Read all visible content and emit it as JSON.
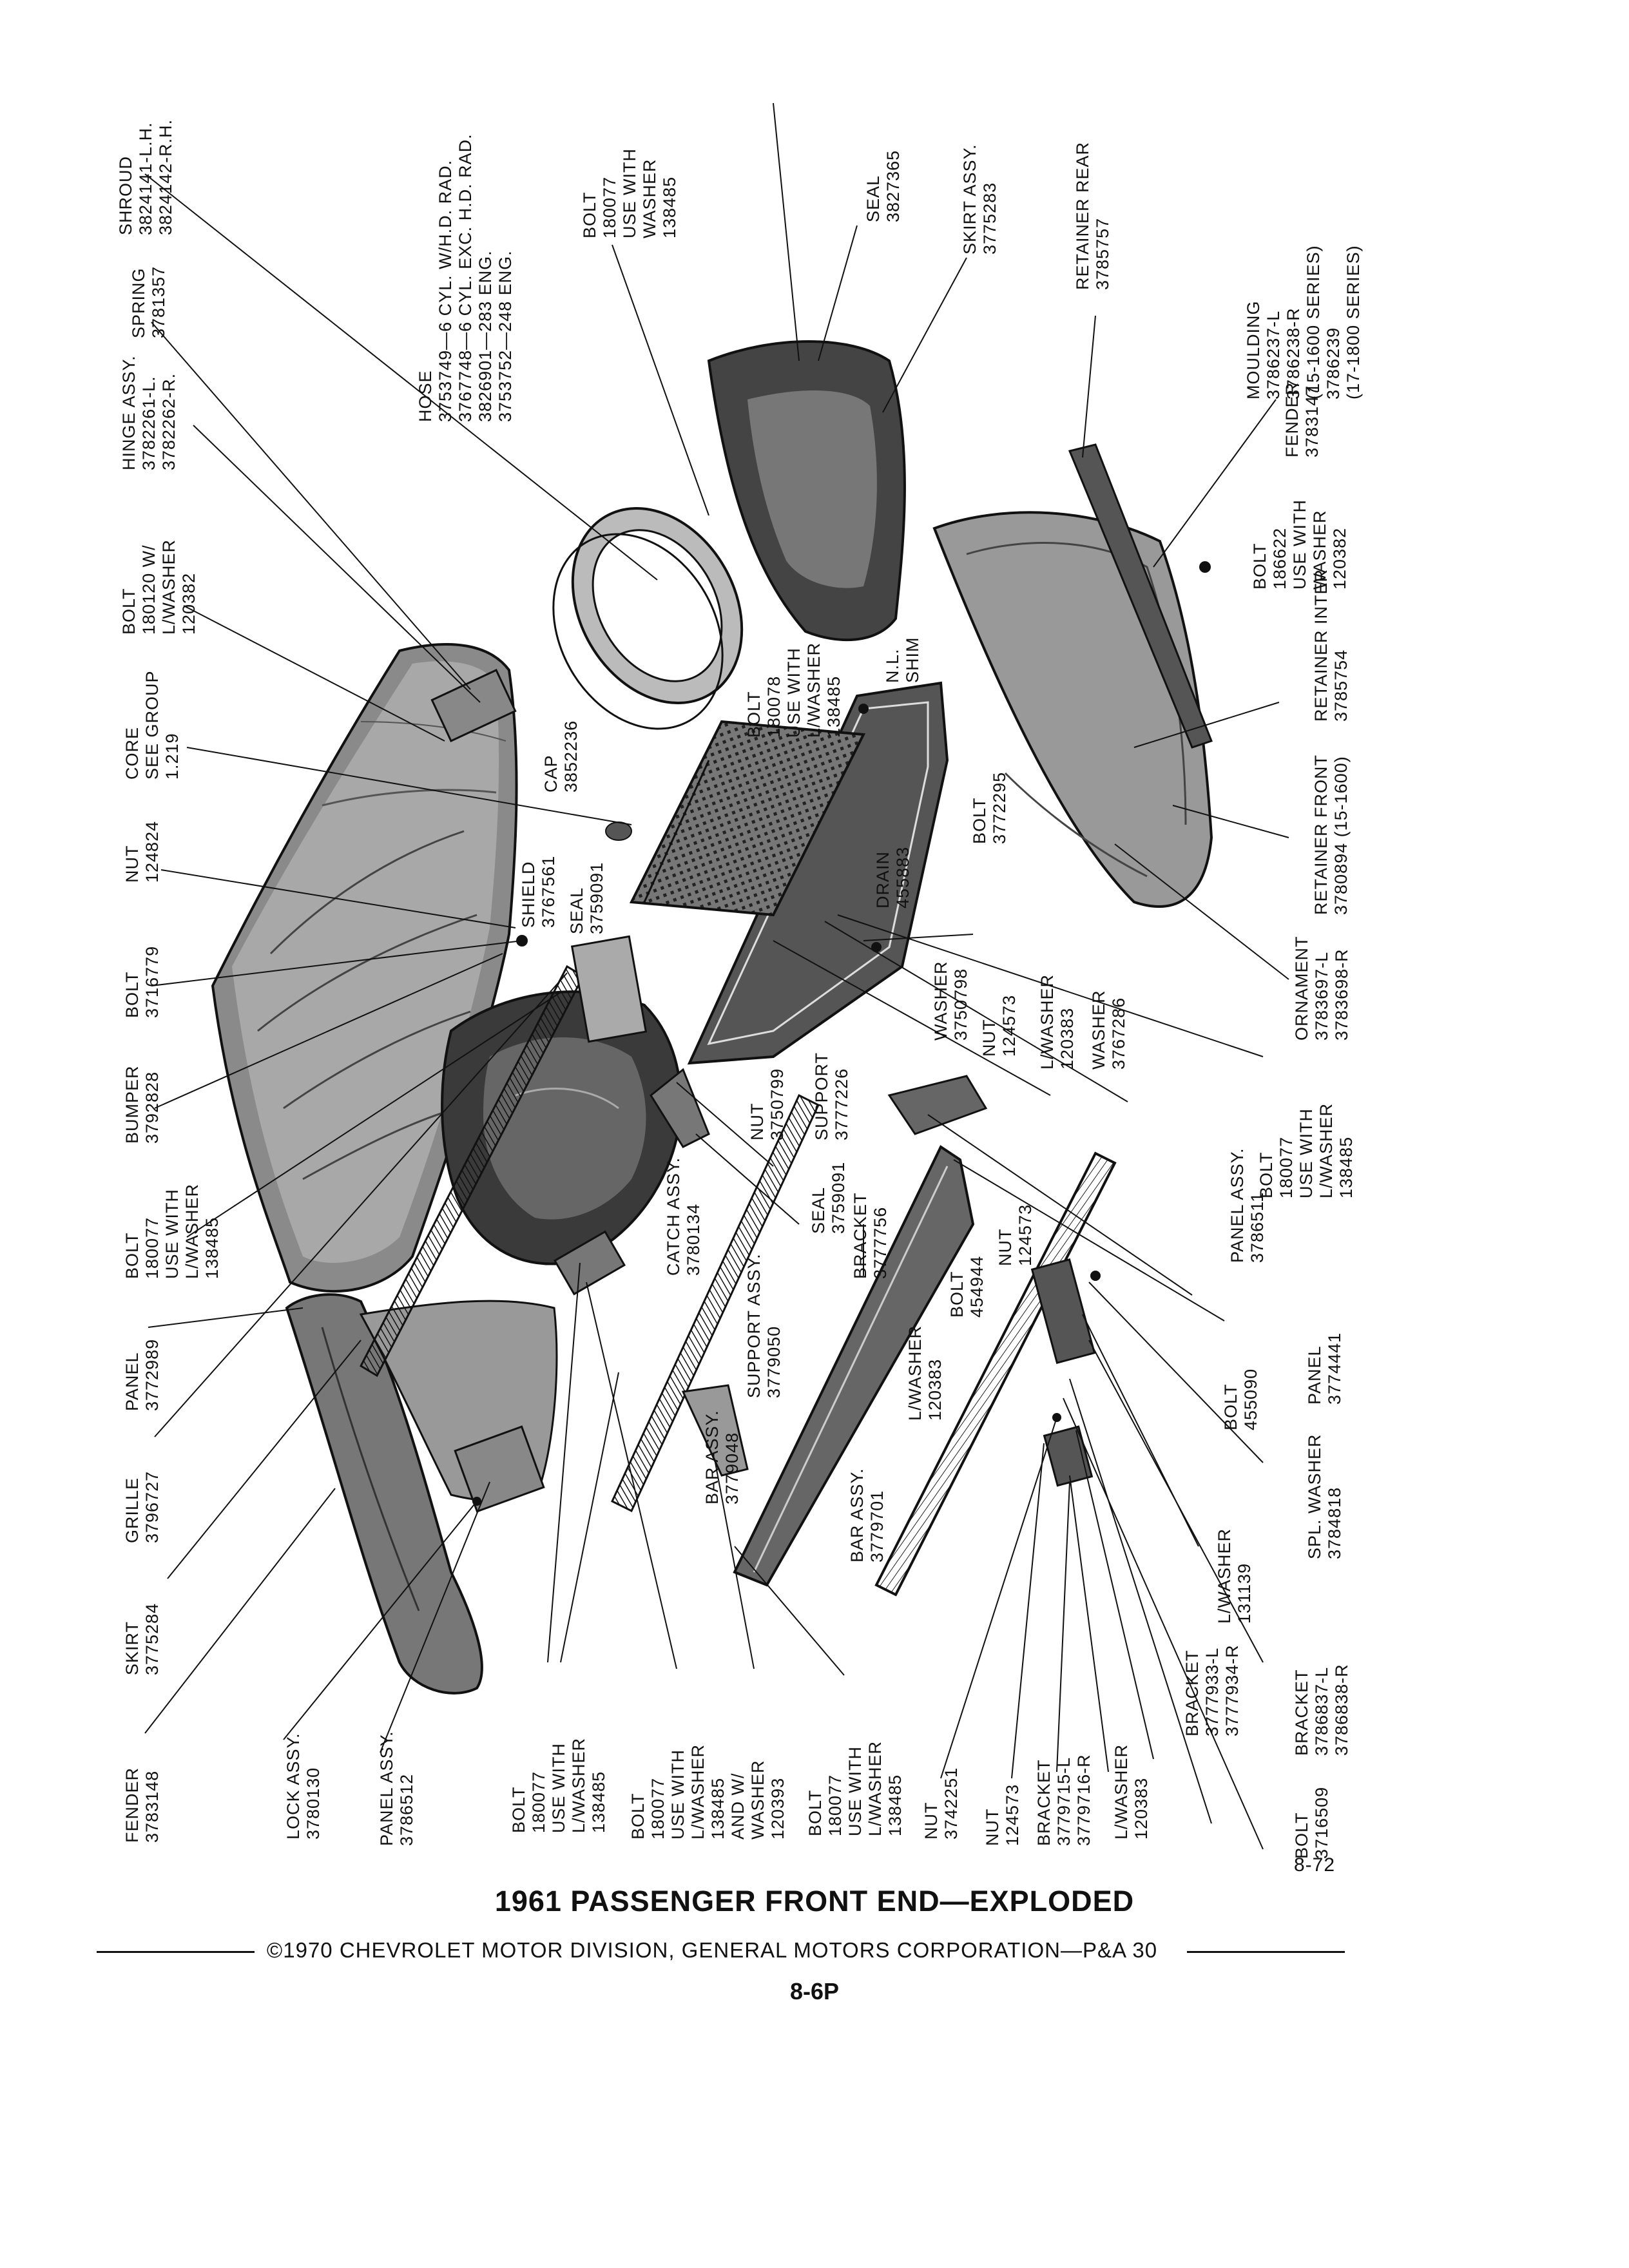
{
  "page_number": "8-72",
  "title": "1961 PASSENGER FRONT END—EXPLODED",
  "copyright": "©1970 CHEVROLET MOTOR DIVISION, GENERAL MOTORS CORPORATION—P&A 30",
  "code": "8-6P",
  "labels": [
    {
      "id": "shroud",
      "lines": [
        "SHROUD",
        "3824141-L.H.",
        "3824142-R.H."
      ]
    },
    {
      "id": "spring",
      "lines": [
        "SPRING",
        "3781357"
      ]
    },
    {
      "id": "hinge-assy",
      "lines": [
        "HINGE ASSY.",
        "3782261-L.",
        "3782262-R."
      ]
    },
    {
      "id": "bolt-180120",
      "lines": [
        "BOLT",
        "180120 W/",
        "L/WASHER",
        "120382"
      ]
    },
    {
      "id": "core",
      "lines": [
        "CORE",
        "SEE GROUP",
        "1.219"
      ]
    },
    {
      "id": "nut-124824",
      "lines": [
        "NUT",
        "124824"
      ]
    },
    {
      "id": "bolt-3716779",
      "lines": [
        "BOLT",
        "3716779"
      ]
    },
    {
      "id": "bumper",
      "lines": [
        "BUMPER",
        "3792828"
      ]
    },
    {
      "id": "bolt-180077-a",
      "lines": [
        "BOLT",
        "180077",
        "USE WITH",
        "L/WASHER",
        "138485"
      ]
    },
    {
      "id": "panel-3772989",
      "lines": [
        "PANEL",
        "3772989"
      ]
    },
    {
      "id": "grille",
      "lines": [
        "GRILLE",
        "3796727"
      ]
    },
    {
      "id": "skirt-3775284",
      "lines": [
        "SKIRT",
        "3775284"
      ]
    },
    {
      "id": "fender-3783148",
      "lines": [
        "FENDER",
        "3783148"
      ]
    },
    {
      "id": "hose",
      "lines": [
        "HOSE",
        "3753749—6 CYL. W/H.D. RAD.",
        "3767748—6 CYL. EXC. H.D. RAD.",
        "3826901—283 ENG.",
        "3753752—248 ENG."
      ]
    },
    {
      "id": "bolt-180077-b",
      "lines": [
        "BOLT",
        "180077",
        "USE WITH",
        "WASHER",
        "138485"
      ]
    },
    {
      "id": "seal-3827365",
      "lines": [
        "SEAL",
        "3827365"
      ]
    },
    {
      "id": "skirt-assy",
      "lines": [
        "SKIRT ASSY.",
        "3775283"
      ]
    },
    {
      "id": "retainer-rear",
      "lines": [
        "RETAINER REAR",
        "3785757"
      ]
    },
    {
      "id": "moulding",
      "lines": [
        "MOULDING",
        "3786237-L",
        "3786238-R",
        "(15-1600 SERIES)",
        "3786239",
        "(17-1800 SERIES)"
      ]
    },
    {
      "id": "fender-3783147",
      "lines": [
        "FENDER",
        "3783147"
      ]
    },
    {
      "id": "bolt-186622",
      "lines": [
        "BOLT",
        "186622",
        "USE WITH",
        "WASHER",
        "120382"
      ]
    },
    {
      "id": "retainer-inter",
      "lines": [
        "RETAINER INTER",
        "3785754"
      ]
    },
    {
      "id": "retainer-front",
      "lines": [
        "RETAINER FRONT",
        "3780894 (15-1600)"
      ]
    },
    {
      "id": "ornament",
      "lines": [
        "ORNAMENT",
        "3783697-L",
        "3783698-R"
      ]
    },
    {
      "id": "nl-shim",
      "lines": [
        "N.L.",
        "SHIM"
      ]
    },
    {
      "id": "bolt-180078",
      "lines": [
        "BOLT",
        "180078",
        "USE WITH",
        "L/WASHER",
        "138485"
      ]
    },
    {
      "id": "cap",
      "lines": [
        "CAP",
        "3852236"
      ]
    },
    {
      "id": "shield",
      "lines": [
        "SHIELD",
        "3767561"
      ]
    },
    {
      "id": "seal-3759091-a",
      "lines": [
        "SEAL",
        "3759091"
      ]
    },
    {
      "id": "drain",
      "lines": [
        "DRAIN",
        "455883"
      ]
    },
    {
      "id": "bolt-3772295",
      "lines": [
        "BOLT",
        "3772295"
      ]
    },
    {
      "id": "washer-3750798",
      "lines": [
        "WASHER",
        "3750798"
      ]
    },
    {
      "id": "nut-124573-a",
      "lines": [
        "NUT",
        "124573"
      ]
    },
    {
      "id": "lwasher-120383-a",
      "lines": [
        "L/WASHER",
        "120383"
      ]
    },
    {
      "id": "washer-3767286",
      "lines": [
        "WASHER",
        "3767286"
      ]
    },
    {
      "id": "support-3777226",
      "lines": [
        "SUPPORT",
        "3777226"
      ]
    },
    {
      "id": "nut-3750799",
      "lines": [
        "NUT",
        "3750799"
      ]
    },
    {
      "id": "bolt-180077-c",
      "lines": [
        "BOLT",
        "180077",
        "USE WITH",
        "L/WASHER",
        "138485"
      ]
    },
    {
      "id": "seal-3759091-b",
      "lines": [
        "SEAL",
        "3759091"
      ]
    },
    {
      "id": "bracket-3777756",
      "lines": [
        "BRACKET",
        "3777756"
      ]
    },
    {
      "id": "catch-assy",
      "lines": [
        "CATCH ASSY.",
        "3780134"
      ]
    },
    {
      "id": "panel-assy-3786511",
      "lines": [
        "PANEL ASSY.",
        "3786511"
      ]
    },
    {
      "id": "nut-124573-b",
      "lines": [
        "NUT",
        "124573"
      ]
    },
    {
      "id": "bolt-454944",
      "lines": [
        "BOLT",
        "454944"
      ]
    },
    {
      "id": "support-assy",
      "lines": [
        "SUPPORT ASSY.",
        "3779050"
      ]
    },
    {
      "id": "panel-3774441",
      "lines": [
        "PANEL",
        "3774441"
      ]
    },
    {
      "id": "bolt-455090",
      "lines": [
        "BOLT",
        "455090"
      ]
    },
    {
      "id": "lwasher-120383-b",
      "lines": [
        "L/WASHER",
        "120383"
      ]
    },
    {
      "id": "bar-assy-3779048",
      "lines": [
        "BAR ASSY.",
        "3779048"
      ]
    },
    {
      "id": "bar-assy-3779701",
      "lines": [
        "BAR ASSY.",
        "3779701"
      ]
    },
    {
      "id": "spl-washer",
      "lines": [
        "SPL. WASHER",
        "3784818"
      ]
    },
    {
      "id": "lwasher-131139",
      "lines": [
        "L/WASHER",
        "131139"
      ]
    },
    {
      "id": "bracket-3777933",
      "lines": [
        "BRACKET",
        "3777933-L",
        "3777934-R"
      ]
    },
    {
      "id": "bracket-3786837",
      "lines": [
        "BRACKET",
        "3786837-L",
        "3786838-R"
      ]
    },
    {
      "id": "bolt-3716509",
      "lines": [
        "BOLT",
        "3716509"
      ]
    },
    {
      "id": "lock-assy",
      "lines": [
        "LOCK ASSY.",
        "3780130"
      ]
    },
    {
      "id": "panel-assy-3786512",
      "lines": [
        "PANEL ASSY.",
        "3786512"
      ]
    },
    {
      "id": "bolt-180077-d",
      "lines": [
        "BOLT",
        "180077",
        "USE WITH",
        "L/WASHER",
        "138485"
      ]
    },
    {
      "id": "bolt-180077-e",
      "lines": [
        "BOLT",
        "180077",
        "USE WITH",
        "L/WASHER",
        "138485",
        "AND W/",
        "WASHER",
        "120393"
      ]
    },
    {
      "id": "bolt-180077-f",
      "lines": [
        "BOLT",
        "180077",
        "USE WITH",
        "L/WASHER",
        "138485"
      ]
    },
    {
      "id": "nut-3742251",
      "lines": [
        "NUT",
        "3742251"
      ]
    },
    {
      "id": "nut-124573-c",
      "lines": [
        "NUT",
        "124573"
      ]
    },
    {
      "id": "bracket-3779715",
      "lines": [
        "BRACKET",
        "3779715-L",
        "3779716-R"
      ]
    },
    {
      "id": "lwasher-120383-c",
      "lines": [
        "L/WASHER",
        "120383"
      ]
    }
  ]
}
